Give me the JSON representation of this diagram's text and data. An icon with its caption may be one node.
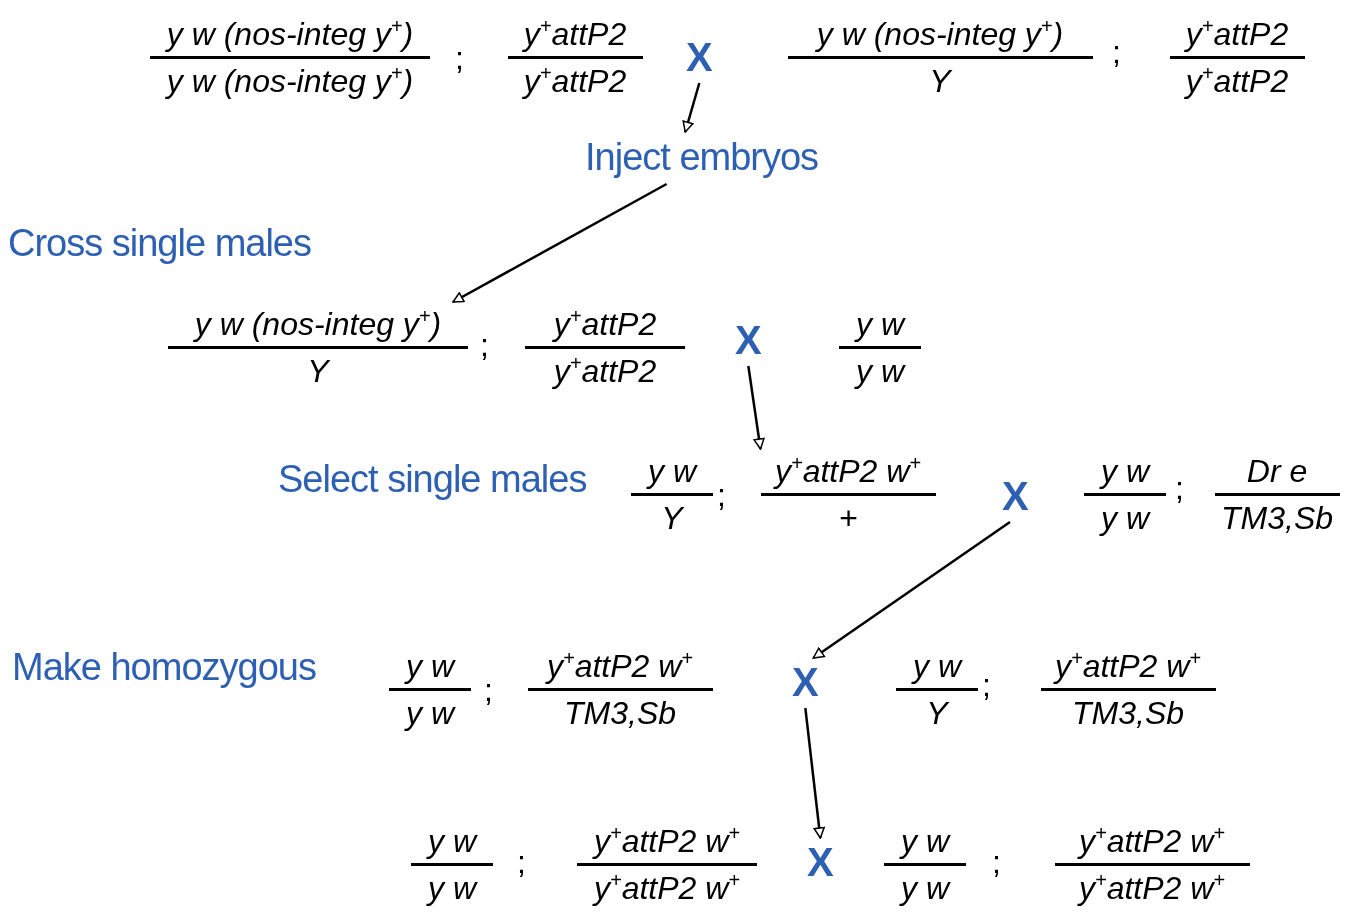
{
  "diagram": {
    "nodes": [
      {
        "text": [
          "y w (nos-integ y$^{+}$)",
          "y w (nos-integ y$^{+}$)"
        ]
      },
      {
        "text": [
          "y$^{+}$attP2",
          "y$^{+}$attP2"
        ]
      },
      {
        "text": [
          "X"
        ]
      },
      {
        "text": [
          "y w (nos-integ y$^{+}$)",
          "Y"
        ]
      },
      {
        "text": [
          "y$^{+}$attP2",
          "y$^{+}$attP2"
        ]
      },
      {
        "text": [
          "Inject embryos"
        ]
      },
      {
        "text": [
          "y w (nos-integ y$^{+}$)",
          "Y"
        ]
      },
      {
        "text": [
          "y$^{+}$attP2",
          "y$^{+}$attP2"
        ]
      },
      {
        "text": [
          "X"
        ]
      },
      {
        "text": [
          "y w",
          "y w"
        ]
      },
      {
        "text": [
          "y w",
          "Y"
        ]
      },
      {
        "text": [
          "y$^{+}$attP2 w$^{+}$",
          "+"
        ]
      },
      {
        "text": [
          "X"
        ]
      },
      {
        "text": [
          "y w",
          "y w"
        ]
      },
      {
        "text": [
          "Dr e",
          "TM3,Sb"
        ]
      },
      {
        "text": [
          "y w",
          "y w"
        ]
      },
      {
        "text": [
          "y$^{+}$attP2 w$^{+}$",
          "TM3,Sb"
        ]
      },
      {
        "text": [
          "X"
        ]
      },
      {
        "text": [
          "y w",
          "Y"
        ]
      },
      {
        "text": [
          "y$^{+}$attP2 w$^{+}$",
          "TM3,Sb"
        ]
      },
      {
        "text": [
          "y w",
          "y w"
        ]
      },
      {
        "text": [
          "y$^{+}$attP2 w$^{+}$",
          "y$^{+}$attP2 w$^{+}$"
        ]
      },
      {
        "text": [
          "X"
        ]
      },
      {
        "text": [
          "y w",
          "y w"
        ]
      },
      {
        "text": [
          "y$^{+}$attP2 w$^{+}$",
          "y$^{+}$attP2 w$^{+}$"
        ]
      }
    ],
    "edges": [
      {
        "from": 2,
        "to": 5,
        "arrow": "to"
      },
      {
        "from": 5,
        "to": 6,
        "arrow": "to"
      },
      {
        "from": 8,
        "to": 11,
        "arrow": "to"
      },
      {
        "from": 12,
        "to": 17,
        "arrow": "to"
      },
      {
        "from": 17,
        "to": 22,
        "arrow": "to"
      }
    ],
    "labels": [
      ";",
      ";",
      "Cross single males",
      ";",
      "Select single males",
      ";",
      ";",
      "Make homozygous",
      ";",
      ";",
      ";",
      ";"
    ]
  }
}
